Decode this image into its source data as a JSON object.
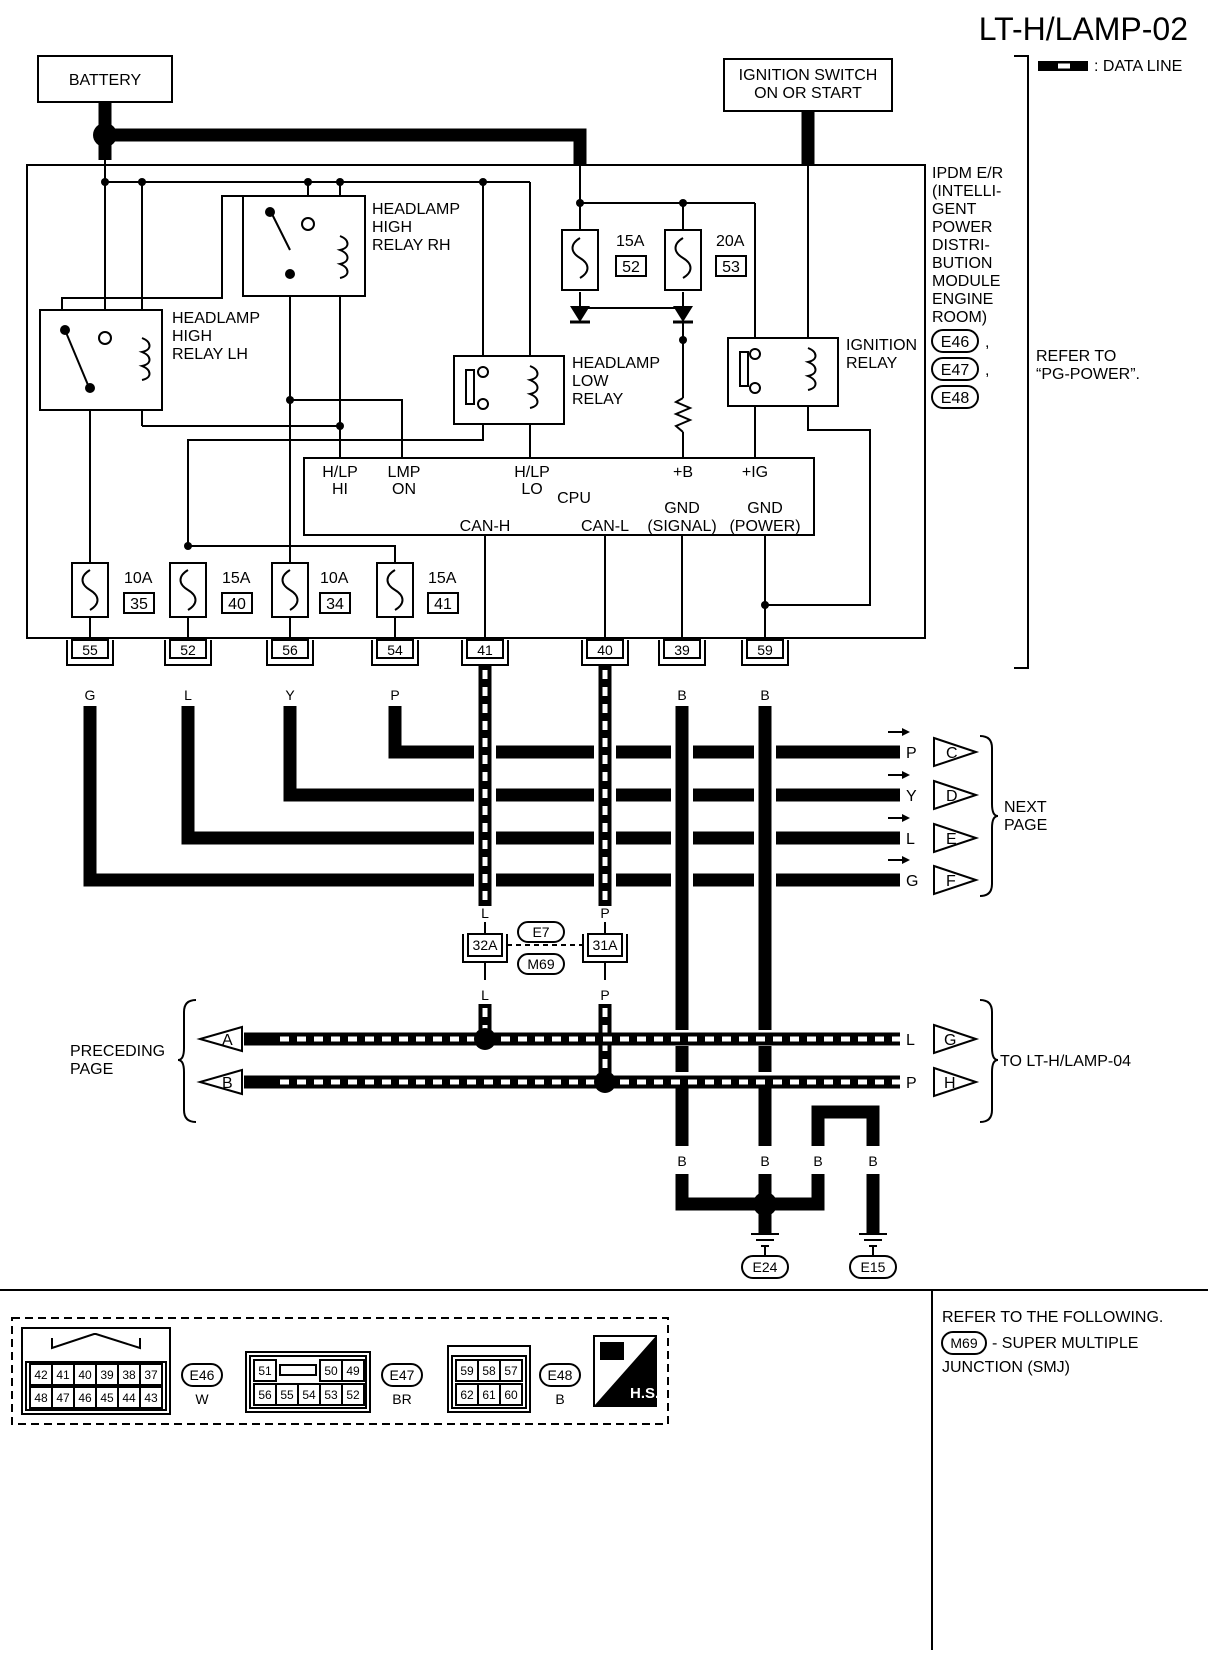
{
  "page_title": "LT-H/LAMP-02",
  "legend": {
    "data_line": ": DATA LINE"
  },
  "battery": "BATTERY",
  "ignition_switch": [
    "IGNITION SWITCH",
    "ON OR START"
  ],
  "ipdm_label": [
    "IPDM E/R",
    "(INTELLI-",
    "GENT",
    "POWER",
    "DISTRI-",
    "BUTION",
    "MODULE",
    "ENGINE",
    "ROOM)"
  ],
  "ipdm_connectors": [
    "E46",
    "E47",
    "E48"
  ],
  "ipdm_commas": [
    ",",
    ","
  ],
  "refer_to": [
    "REFER TO",
    "“PG-POWER”."
  ],
  "relays": {
    "high_rh": [
      "HEADLAMP",
      "HIGH",
      "RELAY RH"
    ],
    "high_lh": [
      "HEADLAMP",
      "HIGH",
      "RELAY LH"
    ],
    "low": [
      "HEADLAMP",
      "LOW",
      "RELAY"
    ],
    "ignition": [
      "IGNITION",
      "RELAY"
    ]
  },
  "top_fuses": [
    {
      "amp": "15A",
      "num": "52"
    },
    {
      "amp": "20A",
      "num": "53"
    }
  ],
  "cpu": {
    "name": "CPU",
    "hlp_hi": [
      "H/LP",
      "HI"
    ],
    "lmp_on": [
      "LMP",
      "ON"
    ],
    "hlp_lo": [
      "H/LP",
      "LO"
    ],
    "plus_b": "+B",
    "plus_ig": "+IG",
    "can_h": "CAN-H",
    "can_l": "CAN-L",
    "gnd_signal": [
      "GND",
      "(SIGNAL)"
    ],
    "gnd_power": [
      "GND",
      "(POWER)"
    ]
  },
  "bottom_fuses": [
    {
      "amp": "10A",
      "num": "35"
    },
    {
      "amp": "15A",
      "num": "40"
    },
    {
      "amp": "10A",
      "num": "34"
    },
    {
      "amp": "15A",
      "num": "41"
    }
  ],
  "terminals": [
    {
      "pin": "55",
      "color": "G"
    },
    {
      "pin": "52",
      "color": "L"
    },
    {
      "pin": "56",
      "color": "Y"
    },
    {
      "pin": "54",
      "color": "P"
    },
    {
      "pin": "41",
      "color": "L"
    },
    {
      "pin": "40",
      "color": "P"
    },
    {
      "pin": "39",
      "color": "B"
    },
    {
      "pin": "59",
      "color": "B"
    }
  ],
  "next_page": {
    "label": [
      "NEXT",
      "PAGE"
    ],
    "items": [
      {
        "color": "P",
        "letter": "C"
      },
      {
        "color": "Y",
        "letter": "D"
      },
      {
        "color": "L",
        "letter": "E"
      },
      {
        "color": "G",
        "letter": "F"
      }
    ]
  },
  "smj": {
    "left_top": "L",
    "right_top": "P",
    "left_pin": "32A",
    "right_pin": "31A",
    "conn_top": "E7",
    "conn_bottom": "M69",
    "left_bottom": "L",
    "right_bottom": "P"
  },
  "preceding": {
    "label": [
      "PRECEDING",
      "PAGE"
    ],
    "items": [
      {
        "letter": "A",
        "color": "L"
      },
      {
        "letter": "B",
        "color": "P"
      }
    ]
  },
  "to_page": {
    "label": "TO LT-H/LAMP-04",
    "items": [
      {
        "color": "L",
        "letter": "G"
      },
      {
        "color": "P",
        "letter": "H"
      }
    ]
  },
  "ground": {
    "colors": [
      "B",
      "B",
      "B",
      "B"
    ],
    "e24": "E24",
    "e15": "E15"
  },
  "connectors": {
    "e46": {
      "name": "E46",
      "color": "W",
      "top": [
        "42",
        "41",
        "40",
        "39",
        "38",
        "37"
      ],
      "bottom": [
        "48",
        "47",
        "46",
        "45",
        "44",
        "43"
      ]
    },
    "e47": {
      "name": "E47",
      "color": "BR",
      "top": [
        "51",
        "50",
        "49"
      ],
      "bottom": [
        "56",
        "55",
        "54",
        "53",
        "52"
      ]
    },
    "e48": {
      "name": "E48",
      "color": "B",
      "top": [
        "59",
        "58",
        "57"
      ],
      "bottom": [
        "62",
        "61",
        "60"
      ]
    },
    "hs_logo": "H.S."
  },
  "refer_following": [
    "REFER TO THE FOLLOWING.",
    "- SUPER MULTIPLE",
    "JUNCTION (SMJ)"
  ],
  "refer_following_conn": "M69"
}
